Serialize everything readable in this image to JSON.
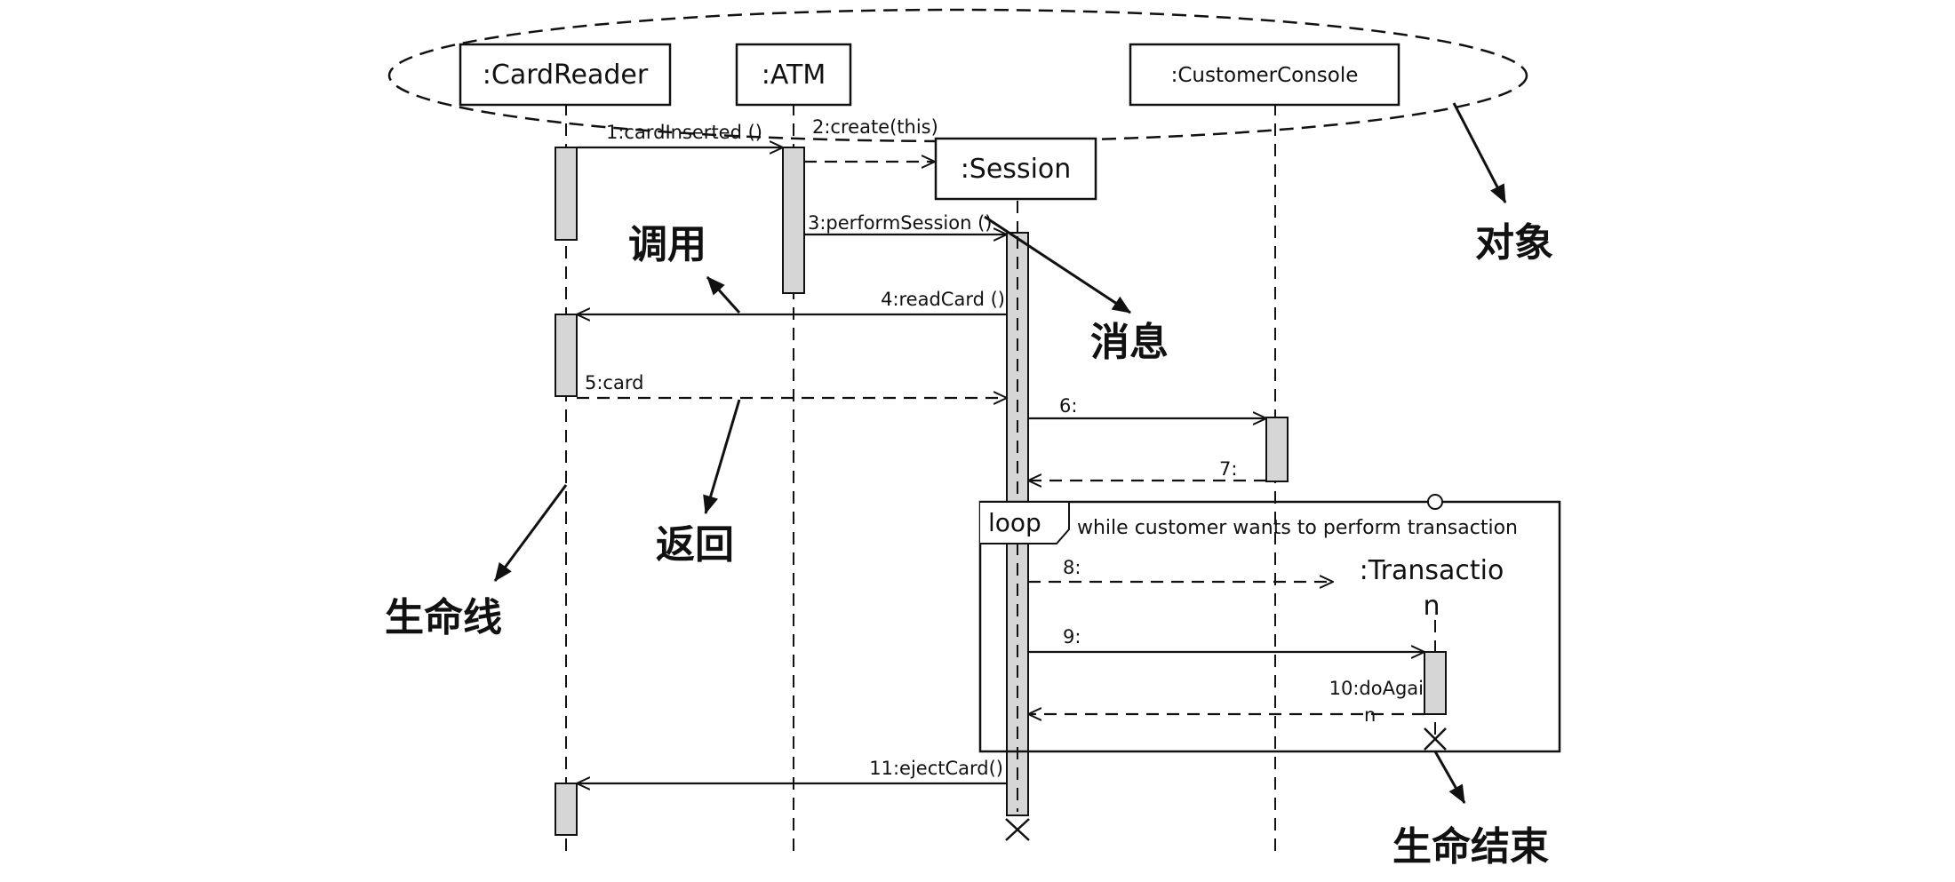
{
  "objects": {
    "card_reader": ":CardReader",
    "atm": ":ATM",
    "customer_console": ":CustomerConsole",
    "session": ":Session",
    "transaction_line1": ":Transactio",
    "transaction_line2": "n"
  },
  "messages": {
    "m1": "1:cardInserted ()",
    "m2": "2:create(this)",
    "m3": "3:performSession ()",
    "m4": "4:readCard ()",
    "m5": "5:card",
    "m6": "6:",
    "m7": "7:",
    "m8": "8:",
    "m9": "9:",
    "m10_line1": "10:doAgai",
    "m10_line2": "n",
    "m11": "11:ejectCard()"
  },
  "loop_fragment": {
    "keyword": "loop",
    "guard": "while customer wants to perform transaction"
  },
  "annotations": {
    "object": "对象",
    "call": "调用",
    "message": "消息",
    "return": "返回",
    "lifeline": "生命线",
    "end_of_life": "生命结束"
  }
}
